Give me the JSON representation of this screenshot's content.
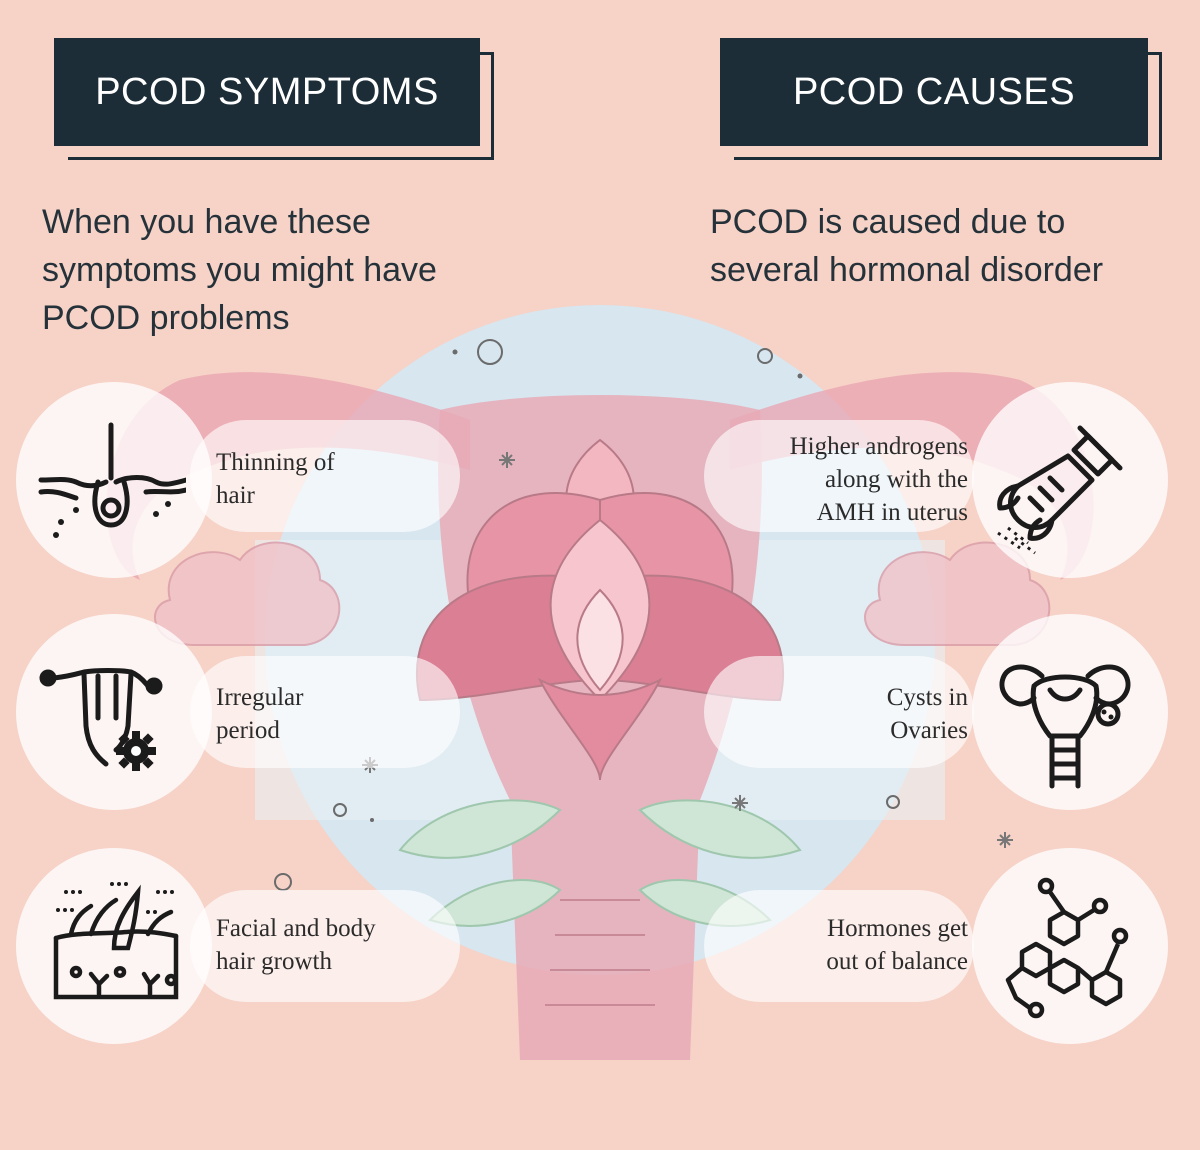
{
  "symptoms": {
    "title": "PCOD SYMPTOMS",
    "intro": [
      "When you have these",
      "symptoms you might have",
      "PCOD problems"
    ],
    "items": [
      {
        "label": [
          "Thinning of",
          "hair"
        ],
        "icon": "hair-follicle-icon"
      },
      {
        "label": [
          "Irregular",
          "period"
        ],
        "icon": "uterus-gear-icon"
      },
      {
        "label": [
          "Facial and body",
          "hair growth"
        ],
        "icon": "hair-growth-skin-icon"
      }
    ]
  },
  "causes": {
    "title": "PCOD CAUSES",
    "intro": [
      "PCOD is caused due to",
      "several hormonal disorder"
    ],
    "items": [
      {
        "label": [
          "Higher androgens",
          "along with the",
          "AMH in uterus"
        ],
        "icon": "syringe-icon"
      },
      {
        "label": [
          "Cysts in",
          "Ovaries"
        ],
        "icon": "ovary-cyst-icon"
      },
      {
        "label": [
          "Hormones get",
          "out of balance"
        ],
        "icon": "molecule-icon"
      }
    ]
  },
  "colors": {
    "background": "#f6d2c7",
    "title_box": "#1c2d37",
    "accent_pink": "#e9a3b0",
    "circle_blue": "#d7e6ef"
  }
}
